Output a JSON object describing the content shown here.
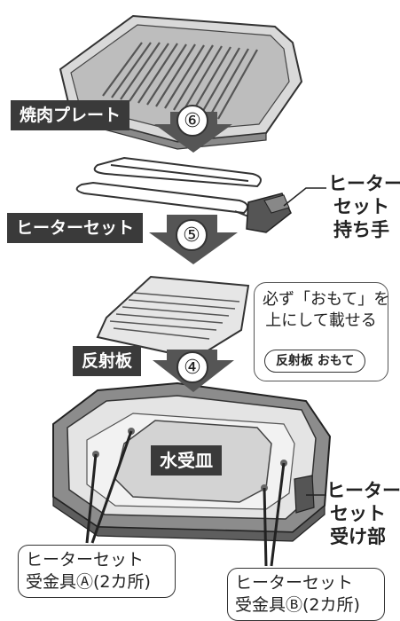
{
  "steps": [
    {
      "number": "⑥",
      "label": "焼肉プレート"
    },
    {
      "number": "⑤",
      "label": "ヒーターセット"
    },
    {
      "number": "④",
      "label": "反射板"
    }
  ],
  "callouts": {
    "heater_handle": [
      "ヒーター",
      "セット",
      "持ち手"
    ],
    "heater_receiver": [
      "ヒーター",
      "セット",
      "受け部"
    ]
  },
  "note": {
    "line1": "必ず「おもて」を",
    "line2": "上にして載せる",
    "tag": "反射板 おもて"
  },
  "water_tray": "水受皿",
  "fittings": [
    {
      "line1": "ヒーターセット",
      "line2": "受金具Ⓐ(2カ所)"
    },
    {
      "line1": "ヒーターセット",
      "line2": "受金具Ⓑ(2カ所)"
    }
  ]
}
